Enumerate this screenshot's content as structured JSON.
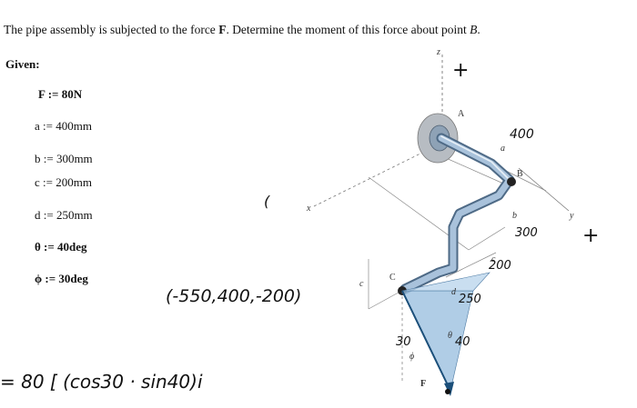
{
  "problem": {
    "prefix": "The pipe assembly is subjected to the force ",
    "force_symbol": "F",
    "middle": ". Determine the moment of this force about point ",
    "point": "B",
    "suffix": "."
  },
  "given_heading": "Given:",
  "parameters": [
    {
      "text": "F := 80N"
    },
    {
      "text": "a := 400mm"
    },
    {
      "text": "b := 300mm"
    },
    {
      "text": "c := 200mm"
    },
    {
      "text": "d := 250mm"
    },
    {
      "text": "θ := 40deg"
    },
    {
      "text": "ϕ := 30deg"
    }
  ],
  "figure_labels": {
    "z": "z",
    "x": "x",
    "y": "y",
    "A": "A",
    "a": "a",
    "B": "B",
    "b": "b",
    "C": "C",
    "c": "c",
    "d": "d",
    "theta": "θ",
    "phi": "ϕ",
    "F": "F"
  },
  "handwriting": {
    "plus_top": "+",
    "plus_right": "+",
    "dim_400": "400",
    "dim_300": "300",
    "dim_200": "200",
    "dim_250": "250",
    "angle_30": "30",
    "angle_40": "40",
    "vector": "(-550,400,-200)",
    "tick": "(",
    "equation": "= 80 [ (cos30 · sin40)i"
  }
}
